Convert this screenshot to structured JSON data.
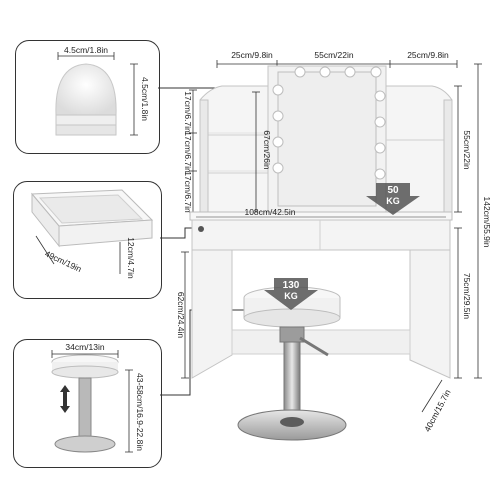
{
  "callouts": {
    "bulb": {
      "width": "4.5cm/1.8in",
      "height": "4.5cm/1.8in"
    },
    "drawer": {
      "depth": "49cm/19in",
      "height": "12cm/4.7in"
    },
    "stool": {
      "diameter": "34cm/13in",
      "height_range": "43-58cm/16.9-22.8in"
    }
  },
  "main": {
    "top_left_width": "25cm/9.8in",
    "mirror_width": "55cm/22in",
    "top_right_width": "25cm/9.8in",
    "mirror_height": "67cm/26in",
    "shelf_1": "17cm/6.7in",
    "shelf_2": "17cm/6.7in",
    "shelf_3": "17cm/6.7in",
    "top_section_height": "55cm/22in",
    "total_height": "142cm/55.9in",
    "table_width": "108cm/42.5in",
    "desk_height": "75cm/29.5in",
    "leg_height": "62cm/24.4in",
    "depth": "40cm/15.7in",
    "desk_load": "50\nKG",
    "stool_load": "130\nKG"
  },
  "colors": {
    "furniture": "#f4f4f4",
    "edge": "#b9b9b9",
    "line": "#333333",
    "arrow": "#555555"
  }
}
